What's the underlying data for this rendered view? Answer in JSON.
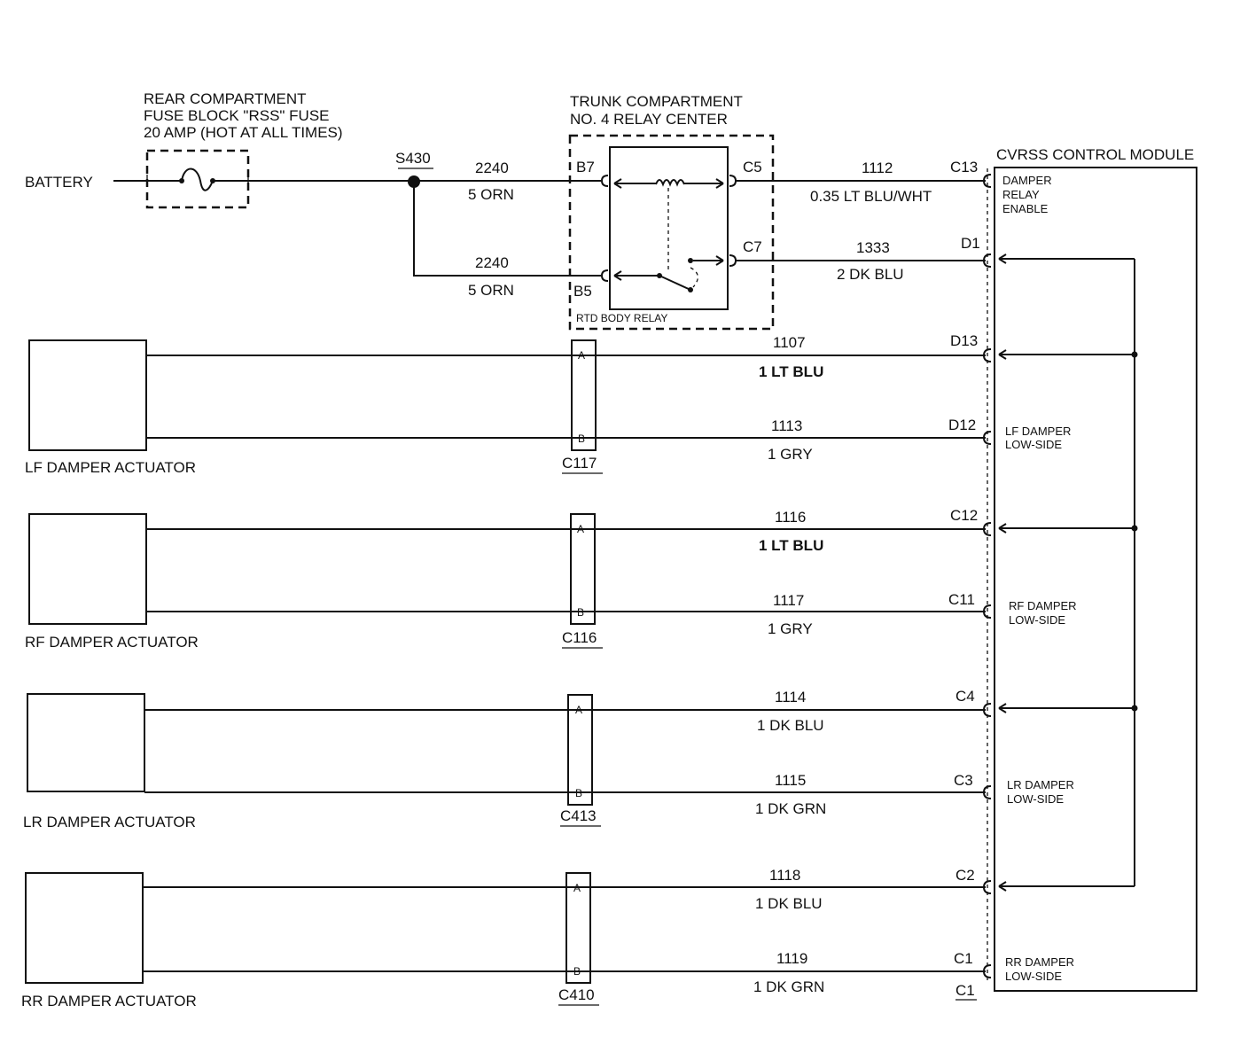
{
  "fuse": {
    "title_lines": [
      "REAR COMPARTMENT",
      "FUSE BLOCK \"RSS\" FUSE",
      "20 AMP (HOT AT ALL TIMES)"
    ],
    "source_label": "BATTERY"
  },
  "splice": {
    "label": "S430"
  },
  "relay_center": {
    "title_lines": [
      "TRUNK COMPARTMENT",
      "NO. 4 RELAY CENTER"
    ],
    "relay_label": "RTD BODY RELAY",
    "pins": {
      "b7": "B7",
      "b5": "B5",
      "c5": "C5",
      "c7": "C7"
    }
  },
  "wires_top": [
    {
      "circuit": "2240",
      "color": "5 ORN"
    },
    {
      "circuit": "2240",
      "color": "5 ORN"
    },
    {
      "circuit": "1112",
      "color": "0.35 LT BLU/WHT"
    },
    {
      "circuit": "1333",
      "color": "2 DK BLU"
    }
  ],
  "module": {
    "title": "CVRSS CONTROL MODULE",
    "enable_lines": [
      "DAMPER",
      "RELAY",
      "ENABLE"
    ],
    "pin_c13": "C13",
    "pin_d1": "D1",
    "connector_label": "C1"
  },
  "actuators": [
    {
      "name": "LF DAMPER ACTUATOR",
      "connector": "C117",
      "a_circuit": "1107",
      "a_color": "1 LT BLU",
      "a_pin": "D13",
      "b_circuit": "1113",
      "b_color": "1 GRY",
      "b_pin": "D12",
      "lowside": [
        "LF DAMPER",
        "LOW-SIDE"
      ]
    },
    {
      "name": "RF DAMPER ACTUATOR",
      "connector": "C116",
      "a_circuit": "1116",
      "a_color": "1 LT BLU",
      "a_pin": "C12",
      "b_circuit": "1117",
      "b_color": "1 GRY",
      "b_pin": "C11",
      "lowside": [
        "RF DAMPER",
        "LOW-SIDE"
      ]
    },
    {
      "name": "LR DAMPER ACTUATOR",
      "connector": "C413",
      "a_circuit": "1114",
      "a_color": "1 DK BLU",
      "a_pin": "C4",
      "b_circuit": "1115",
      "b_color": "1 DK GRN",
      "b_pin": "C3",
      "lowside": [
        "LR DAMPER",
        "LOW-SIDE"
      ]
    },
    {
      "name": "RR DAMPER ACTUATOR",
      "connector": "C410",
      "a_circuit": "1118",
      "a_color": "1 DK BLU",
      "a_pin": "C2",
      "b_circuit": "1119",
      "b_color": "1 DK GRN",
      "b_pin": "C1",
      "lowside": [
        "RR DAMPER",
        "LOW-SIDE"
      ]
    }
  ],
  "pin_letters": {
    "a": "A",
    "b": "B"
  }
}
